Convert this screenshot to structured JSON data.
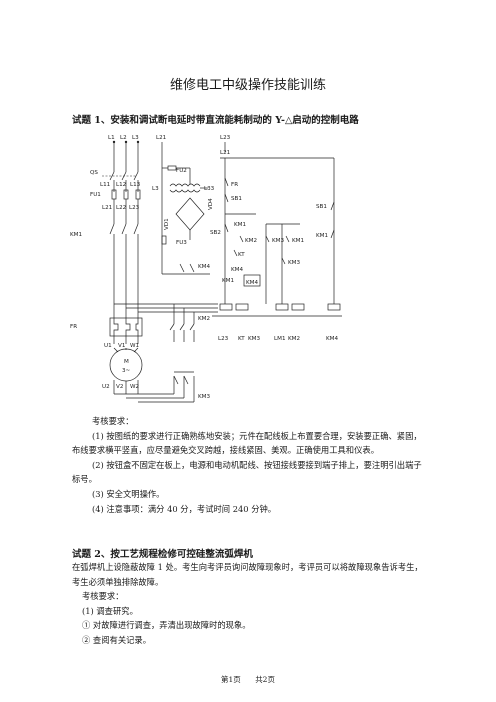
{
  "title": "维修电工中级操作技能训练",
  "q1": {
    "heading": "试题 1、安装和调试断电延时带直流能耗制动的 Y-△启动的控制电路",
    "labels": {
      "L1": "L1",
      "L2": "L2",
      "L3": "L3",
      "L21": "L21",
      "L23": "L23",
      "L21b": "L21",
      "QS": "QS",
      "L11": "L11",
      "L12": "L12",
      "L13": "L13",
      "FU1": "FU1",
      "L21c": "L21",
      "L22": "L22",
      "L23c": "L23",
      "KM1": "KM1",
      "FU2": "FU2",
      "L3x": "L3",
      "L33": "L33",
      "VD1": "VD1",
      "VD4": "VD4",
      "FU3": "FU3",
      "KM4": "KM4",
      "FR": "FR",
      "U1": "U1",
      "V1": "V1",
      "W1": "W1",
      "M": "M",
      "M3": "3~",
      "U2": "U2",
      "V2": "V2",
      "W2": "W2",
      "KM2": "KM2",
      "KM3": "KM3",
      "FRc": "FR",
      "SB1": "SB1",
      "SB2": "SB2",
      "cKM1": "KM1",
      "cKM2": "KM2",
      "KT": "KT",
      "cKM4": "KM4",
      "cKM1b": "KM1",
      "cKM4b": "KM4",
      "cKM3a": "KM3",
      "cKM1c": "KM1",
      "cKM3b": "KM3",
      "SB1b": "SB1",
      "cKM1d": "KM1",
      "bL23": "L23",
      "bKT": "KT",
      "bKM3": "KM3",
      "bLM1": "LM1",
      "bKM2": "KM2",
      "bKM4": "KM4"
    },
    "requirements_heading": "考核要求：",
    "requirements": [
      "(1)  按图纸的要求进行正确熟练地安装；元件在配线板上布置要合理，安装要正确、紧固，布线要求横平竖直，应尽量避免交叉跨越，接线紧固、美观。正确使用工具和仪表。",
      "(2)  按钮盒不固定在板上，电源和电动机配线、按钮接线要接到端子排上，要注明引出端子标号。",
      "(3)  安全文明操作。",
      "(4)  注意事项：满分 40 分，考试时间 240 分钟。"
    ]
  },
  "q2": {
    "heading": "试题 2、按工艺规程检修可控硅整流弧焊机",
    "intro": "在弧焊机上设隐蔽故障 1 处。考生向考评员询问故障现象时，考评员可以将故障现象告诉考生，考生必须单独排除故障。",
    "requirements_heading": "考核要求：",
    "items": [
      "(1)  调查研究。",
      "①  对故障进行调查，弄清出现故障时的现象。",
      "②  查阅有关记录。"
    ]
  },
  "footer": {
    "page": "第1页",
    "total": "共2页"
  }
}
